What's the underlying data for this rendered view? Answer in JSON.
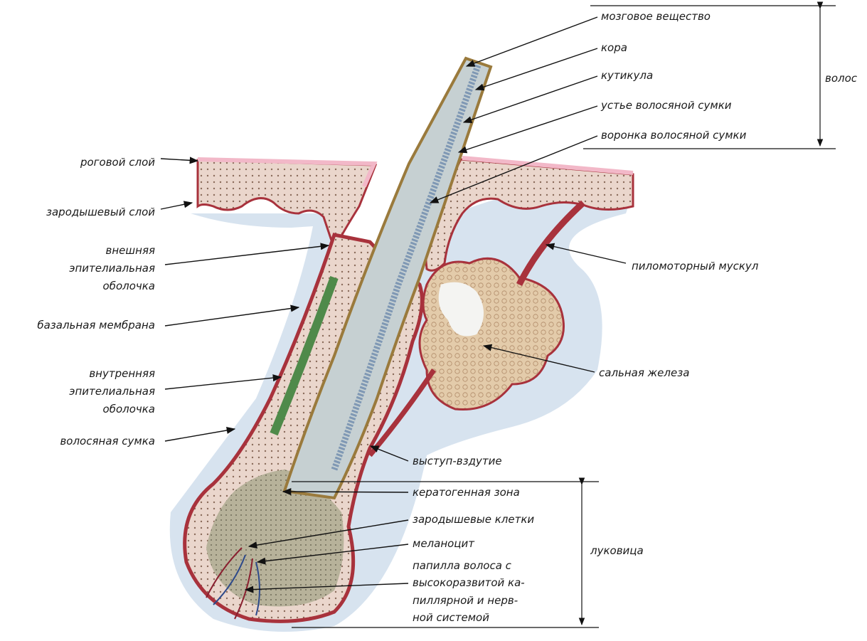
{
  "labels": {
    "medulla": "мозговое вещество",
    "cortex": "кора",
    "cuticle": "кутикула",
    "follicle_mouth": "устье волосяной сумки",
    "follicle_funnel": "воронка волосяной сумки",
    "hair": "волос",
    "stratum_corneum": "роговой слой",
    "germinal_layer": "зародышевый слой",
    "outer_sheath": [
      "внешняя",
      "эпителиальная",
      "оболочка"
    ],
    "basal_membrane": "базальная мембрана",
    "inner_sheath": [
      "внутренняя",
      "эпителиальная",
      "оболочка"
    ],
    "hair_follicle": "волосяная сумка",
    "arrector_muscle": "пиломоторный мускул",
    "sebaceous_gland": "сальная железа",
    "bulge": "выступ-вздутие",
    "keratogenous_zone": "кератогенная зона",
    "germ_cells": "зародышевые клетки",
    "melanocyte": "меланоцит",
    "papilla": [
      "папилла волоса с",
      "высокоразвитой ка-",
      "пиллярной и нерв-",
      "ной системой"
    ],
    "bulb": "луковица"
  },
  "colors": {
    "epidermis": "#ead6cc",
    "horny_layer": "#f2b8c8",
    "basal_red": "#a8323c",
    "dermis_blue": "#c9d9ea",
    "hair_shaft": "#c6d0d2",
    "hair_core": "#7f98b4",
    "cuticle_brown": "#9a7a3c",
    "inner_sheath_green": "#4f8a4a",
    "gland": "#e3cbaa",
    "bulb_matrix": "#b7b29a"
  }
}
